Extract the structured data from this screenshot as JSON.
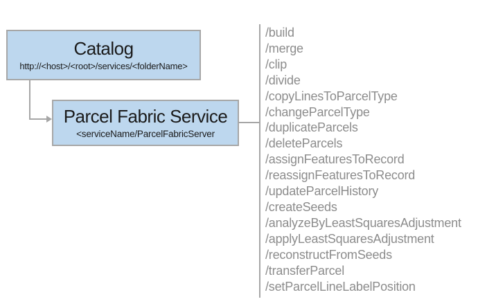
{
  "diagram": {
    "nodes": {
      "catalog": {
        "title": "Catalog",
        "subtitle": "http://<host>/<root>/services/<folderName>"
      },
      "parcel_fabric_service": {
        "title": "Parcel Fabric Service",
        "subtitle": "<serviceName/ParcelFabricServer"
      }
    },
    "endpoints": [
      "/build",
      "/merge",
      "/clip",
      "/divide",
      "/copyLinesToParcelType",
      "/changeParcelType",
      "/duplicateParcels",
      "/deleteParcels",
      "/assignFeaturesToRecord",
      "/reassignFeaturesToRecord",
      "/updateParcelHistory",
      "/createSeeds",
      "/analyzeByLeastSquaresAdjustment",
      "/applyLeastSquaresAdjustment",
      "/reconstructFromSeeds",
      "/transferParcel",
      "/setParcelLineLabelPosition"
    ],
    "colors": {
      "node_fill": "#BDD7EE",
      "node_border": "#A6A6A6",
      "connector": "#A6A6A6",
      "title_text": "#1A1A1A",
      "endpoint_text": "#8C8C8C"
    }
  }
}
